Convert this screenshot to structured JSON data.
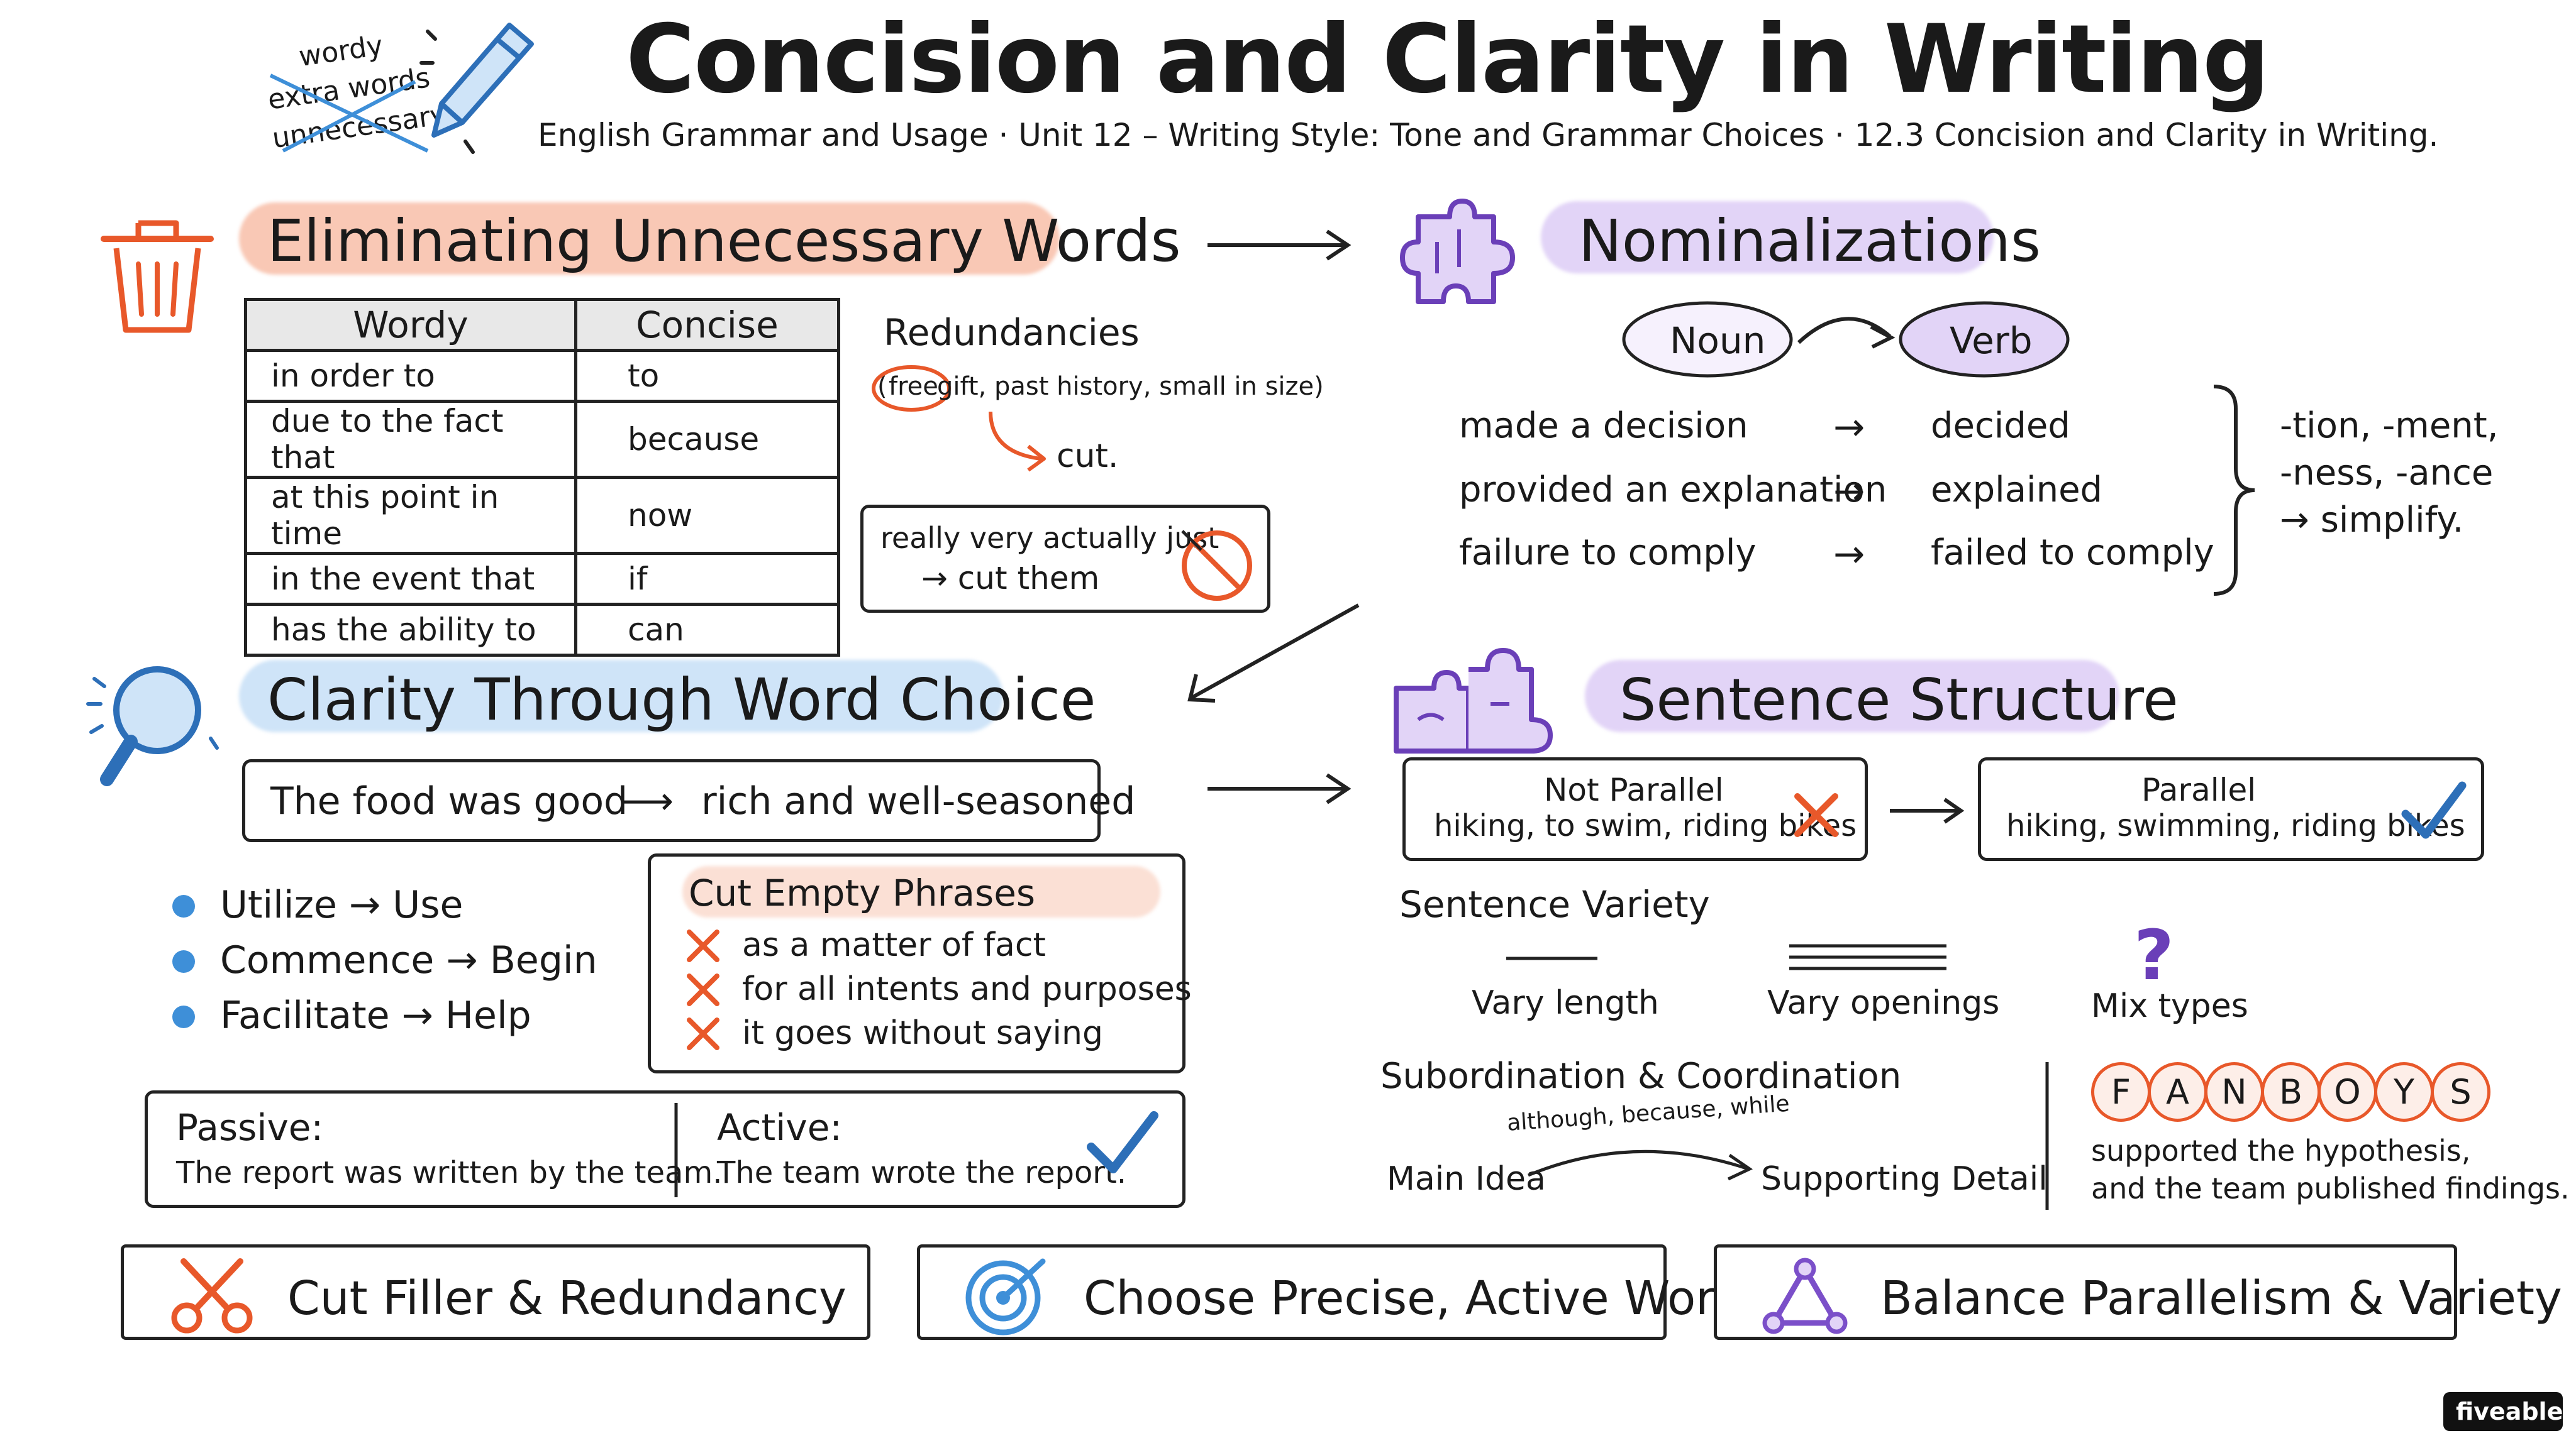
{
  "header": {
    "title": "Concision and Clarity in Writing",
    "subtitle": "English Grammar and Usage · Unit 12 – Writing Style: Tone and Grammar Choices · 12.3 Concision and Clarity in Writing.",
    "logo_words": [
      "wordy",
      "extra words",
      "unnecessary"
    ]
  },
  "eliminating": {
    "title": "Eliminating Unnecessary Words",
    "table": {
      "headers": [
        "Wordy",
        "Concise"
      ],
      "rows": [
        [
          "in order to",
          "to"
        ],
        [
          "due to the fact that",
          "because"
        ],
        [
          "at this point in time",
          "now"
        ],
        [
          "in the event that",
          "if"
        ],
        [
          "has the ability to",
          "can"
        ]
      ]
    },
    "redundancies": {
      "heading": "Redundancies",
      "circled": "free",
      "examples": " gift, past history, small in size)",
      "open_paren": "(",
      "cut_label": "cut."
    },
    "intensifiers": {
      "words": "really very actually just",
      "action": "→ cut them"
    }
  },
  "nominalizations": {
    "title": "Nominalizations",
    "noun_label": "Noun",
    "verb_label": "Verb",
    "pairs": [
      {
        "from": "made a decision",
        "to": "decided"
      },
      {
        "from": "provided an explanation",
        "to": "explained"
      },
      {
        "from": "failure to comply",
        "to": "failed to comply"
      }
    ],
    "arrow": "→",
    "suffix_note": [
      "-tion, -ment,",
      "-ness, -ance",
      "→ simplify."
    ]
  },
  "clarity": {
    "title": "Clarity Through Word Choice",
    "vague": "The food was good",
    "arrow": "⟶",
    "specific": "rich and well-seasoned",
    "swaps": [
      "Utilize → Use",
      "Commence → Begin",
      "Facilitate → Help"
    ],
    "empty_phrases": {
      "heading": "Cut Empty Phrases",
      "items": [
        "as a matter of fact",
        "for all intents and purposes",
        "it goes without saying"
      ]
    },
    "voice": {
      "passive_label": "Passive:",
      "passive_text": "The report was written by the team.",
      "active_label": "Active:",
      "active_text": "The team wrote the report."
    }
  },
  "sentence_structure": {
    "title": "Sentence Structure",
    "not_parallel": {
      "label": "Not Parallel",
      "text": "hiking, to swim, riding bikes"
    },
    "parallel": {
      "label": "Parallel",
      "text": "hiking, swimming, riding bikes"
    },
    "variety": {
      "heading": "Sentence Variety",
      "items": [
        "Vary length",
        "Vary openings",
        "Mix types"
      ],
      "question_mark": "?"
    },
    "subordination": {
      "heading": "Subordination & Coordination",
      "main": "Main Idea",
      "connectors": "although, because, while",
      "supporting": "Supporting Detail"
    },
    "fanboys": {
      "letters": [
        "F",
        "A",
        "N",
        "B",
        "O",
        "Y",
        "S"
      ],
      "example": [
        "supported the hypothesis,",
        "and the team published findings."
      ]
    }
  },
  "summary": {
    "items": [
      "Cut Filler & Redundancy",
      "Choose Precise, Active Words",
      "Balance Parallelism & Variety"
    ]
  },
  "brand": "fiveable",
  "colors": {
    "orange": "#e8582a",
    "purple": "#7b4fc9",
    "blue": "#3e8fd8",
    "orange_highlight": "#f9c8b5",
    "purple_highlight": "#e2d4f7",
    "blue_highlight": "#cfe4f8"
  },
  "icons": [
    "pencil-icon",
    "trash-icon",
    "puzzle-piece-icon",
    "magnifier-icon",
    "puzzle-pieces-icon",
    "scissors-icon",
    "target-icon",
    "triangle-nodes-icon",
    "checkmark-icon",
    "x-mark-icon",
    "question-mark-icon"
  ]
}
